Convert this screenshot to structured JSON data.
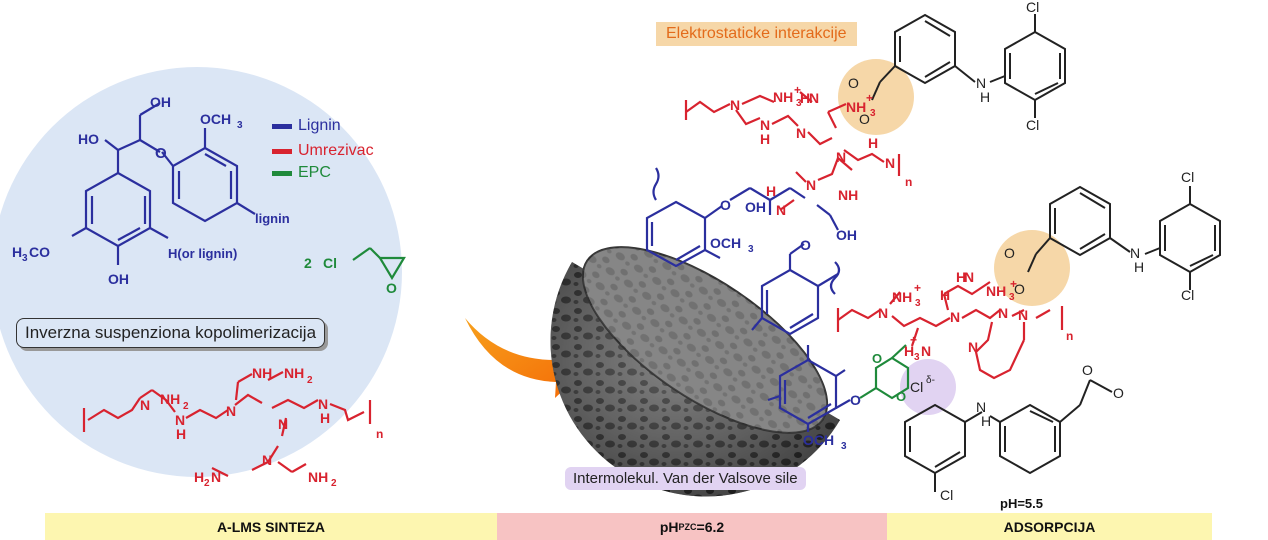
{
  "labels": {
    "elektrostaticke": "Elektrostaticke interakcije",
    "inverzna": "Inverzna suspenziona kopolimerizacija",
    "van_der_waals": "Intermolekul. Van der Valsove sile",
    "ph_55": "pH=5.5"
  },
  "legend": [
    {
      "label": "Lignin",
      "color": "#2b2f9e"
    },
    {
      "label": "Umrezivac",
      "color": "#d8232f"
    },
    {
      "label": "EPC",
      "color": "#1f8a3b"
    }
  ],
  "bottom_bar": {
    "left": "A-LMS SINTEZA",
    "mid_prefix": "pH",
    "mid_sub": "PZC",
    "mid_suffix": "=6.2",
    "right": "ADSORPCIJA"
  },
  "chem": {
    "oh": "OH",
    "ho": "HO",
    "och3": "OCH",
    "three": "3",
    "lignin": "lignin",
    "h_or_lignin": "H(or lignin)",
    "h3co": "H",
    "h3co_sub": "3",
    "h3co_tail": "CO",
    "epc_2": "2",
    "cl": "Cl",
    "o": "O",
    "n": "N",
    "h": "H",
    "nh": "NH",
    "nh2": "NH",
    "two": "2",
    "h2n": "H",
    "n_sub": "n",
    "nh3": "NH",
    "plus": "+",
    "h3n": "H",
    "cl_delta": "Cl",
    "delta": "δ-"
  },
  "colors": {
    "lignin": "#2b2f9e",
    "crosslinker": "#d8232f",
    "epc": "#1f8a3b",
    "circle_bg": "#dbe6f5",
    "orange_highlight": "#f6d7a8",
    "purple_highlight": "#e1d3f2",
    "bar_yellow": "#fdf6b0",
    "bar_pink": "#f7c3c3"
  }
}
